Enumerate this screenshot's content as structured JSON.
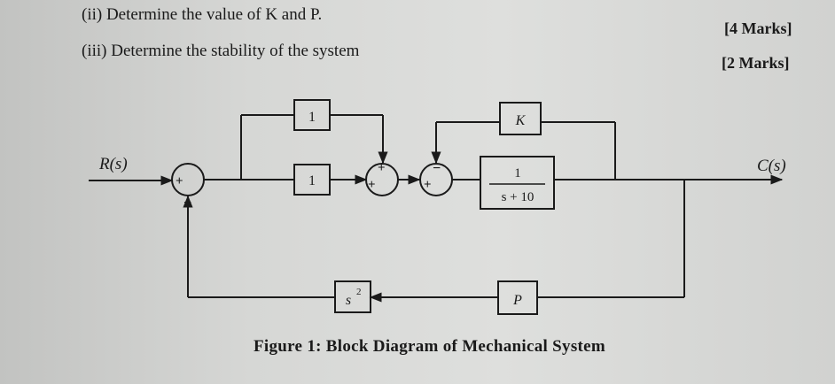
{
  "questions": {
    "q2": "(ii) Determine the value of K and P.",
    "q3": "(iii) Determine the stability of the system"
  },
  "marks": {
    "q2": "[4 Marks]",
    "q3": "[2 Marks]"
  },
  "diagram": {
    "input_label": "R(s)",
    "output_label": "C(s)",
    "block_top_1": "1",
    "block_mid_1": "1",
    "block_k": "K",
    "block_tf_num": "1",
    "block_tf_den": "s + 10",
    "block_s2": "s",
    "block_s2_exp": "2",
    "block_p": "P",
    "sum1_signs": {
      "left": "+",
      "bottom": "−"
    },
    "sum2_signs": {
      "top": "+",
      "left": "+"
    },
    "sum3_signs": {
      "top": "−",
      "left": "+"
    }
  },
  "caption": "Figure 1: Block Diagram of Mechanical System"
}
